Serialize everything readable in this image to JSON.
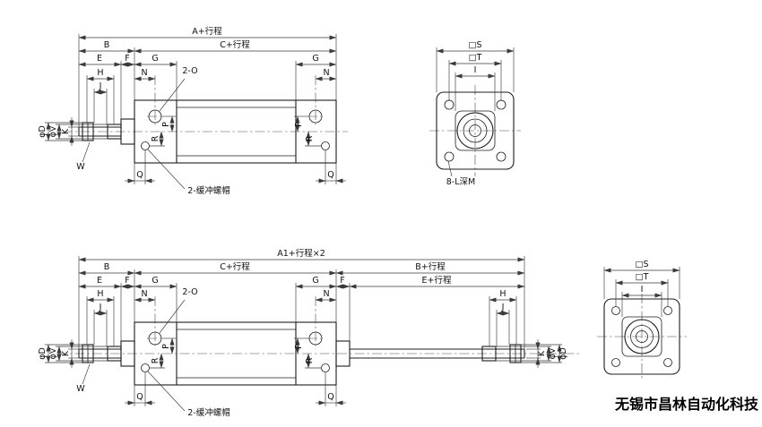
{
  "company": "无锡市昌林自动化科技",
  "colors": {
    "line": "#1c1c1c",
    "dim": "#3a3a3a",
    "text": "#111111",
    "background": "#ffffff"
  },
  "d1": {
    "a": "A+行程",
    "b": "B",
    "c": "C+行程",
    "e": "E",
    "f": "F",
    "g": "G",
    "h": "H",
    "n": "N",
    "o": "2-O",
    "j": "J",
    "phiD": "φD",
    "phiV": "φV",
    "k": "K",
    "w": "W",
    "p": "P",
    "r": "R",
    "q": "Q",
    "buffer": "2-缓冲螺帽"
  },
  "f1": {
    "s": "□S",
    "t": "□T",
    "i": "I",
    "holes": "8-L深M"
  },
  "d2": {
    "a1": "A1+行程×2",
    "b": "B",
    "c": "C+行程",
    "b2": "B+行程",
    "e": "E",
    "f": "F",
    "g": "G",
    "e2": "E+行程",
    "h": "H",
    "n": "N",
    "o": "2-O",
    "j": "J",
    "phiD": "φD",
    "phiV": "φV",
    "k": "K",
    "w": "W",
    "p": "P",
    "r": "R",
    "q": "Q",
    "buffer": "2-缓冲螺帽"
  },
  "f2": {
    "s": "□S",
    "t": "□T",
    "i": "I"
  }
}
